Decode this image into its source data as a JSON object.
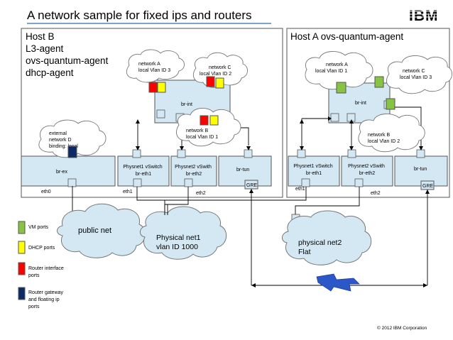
{
  "title": "A network sample for fixed ips and routers",
  "logo": "IBM",
  "copyright": "© 2012 IBM Corporation",
  "colors": {
    "title": "#2f6fb0",
    "box_fill": "#d4e8f3",
    "box_stroke": "#555555",
    "vm_port": "#86c441",
    "dhcp_port": "#ffff00",
    "router_iface": "#ff0000",
    "router_gw": "#0b2a66",
    "logo": "#1f5fa8"
  },
  "hostB": {
    "label_lines": [
      "Host B",
      "L3-agent",
      "ovs-quantum-agent",
      "dhcp-agent"
    ],
    "br_int": "br-int",
    "br_ex": "br-ex",
    "br_tun": "br-tun",
    "gre": "GRE",
    "physnet1": [
      "Physnet1 vSwitch",
      "br-eth1"
    ],
    "physnet2": [
      "Physnet2 vSwith",
      "br-eth2"
    ],
    "eth0": "eth0",
    "eth1": "eth1",
    "eth2": "eth2",
    "cloud_netA": [
      "network A",
      "local Vlan ID 3"
    ],
    "cloud_netC": [
      "network C",
      "local Vlan ID 2"
    ],
    "cloud_netB": [
      "network B",
      "local Vlan ID 1"
    ],
    "external": [
      "external",
      "network D",
      "binding: local"
    ]
  },
  "hostA": {
    "label": "Host A ovs-quantum-agent",
    "br_int": "br-int",
    "br_tun": "br-tun",
    "gre": "GRE",
    "physnet1": [
      "Physnet1 vSwitch",
      "br-eth1"
    ],
    "physnet2": [
      "Physnet2 vSwith",
      "br-eth2"
    ],
    "eth1": "eth1",
    "eth2": "eth2",
    "cloud_netA": [
      "network A",
      "local Vlan ID 1"
    ],
    "cloud_netC": [
      "network C",
      "local Vlan ID 3"
    ],
    "cloud_netB": [
      "network B",
      "local Vlan ID 2"
    ]
  },
  "networks": {
    "public": "public net",
    "physical1": [
      "Physical net1",
      "vlan ID 1000"
    ],
    "physical2": [
      "physical net2",
      "Flat"
    ]
  },
  "legend": {
    "vm": "VM ports",
    "dhcp": "DHCP ports",
    "router_iface": [
      "Router interface",
      "ports"
    ],
    "router_gw": [
      "Router gateway",
      "and floating ip",
      "ports"
    ]
  }
}
